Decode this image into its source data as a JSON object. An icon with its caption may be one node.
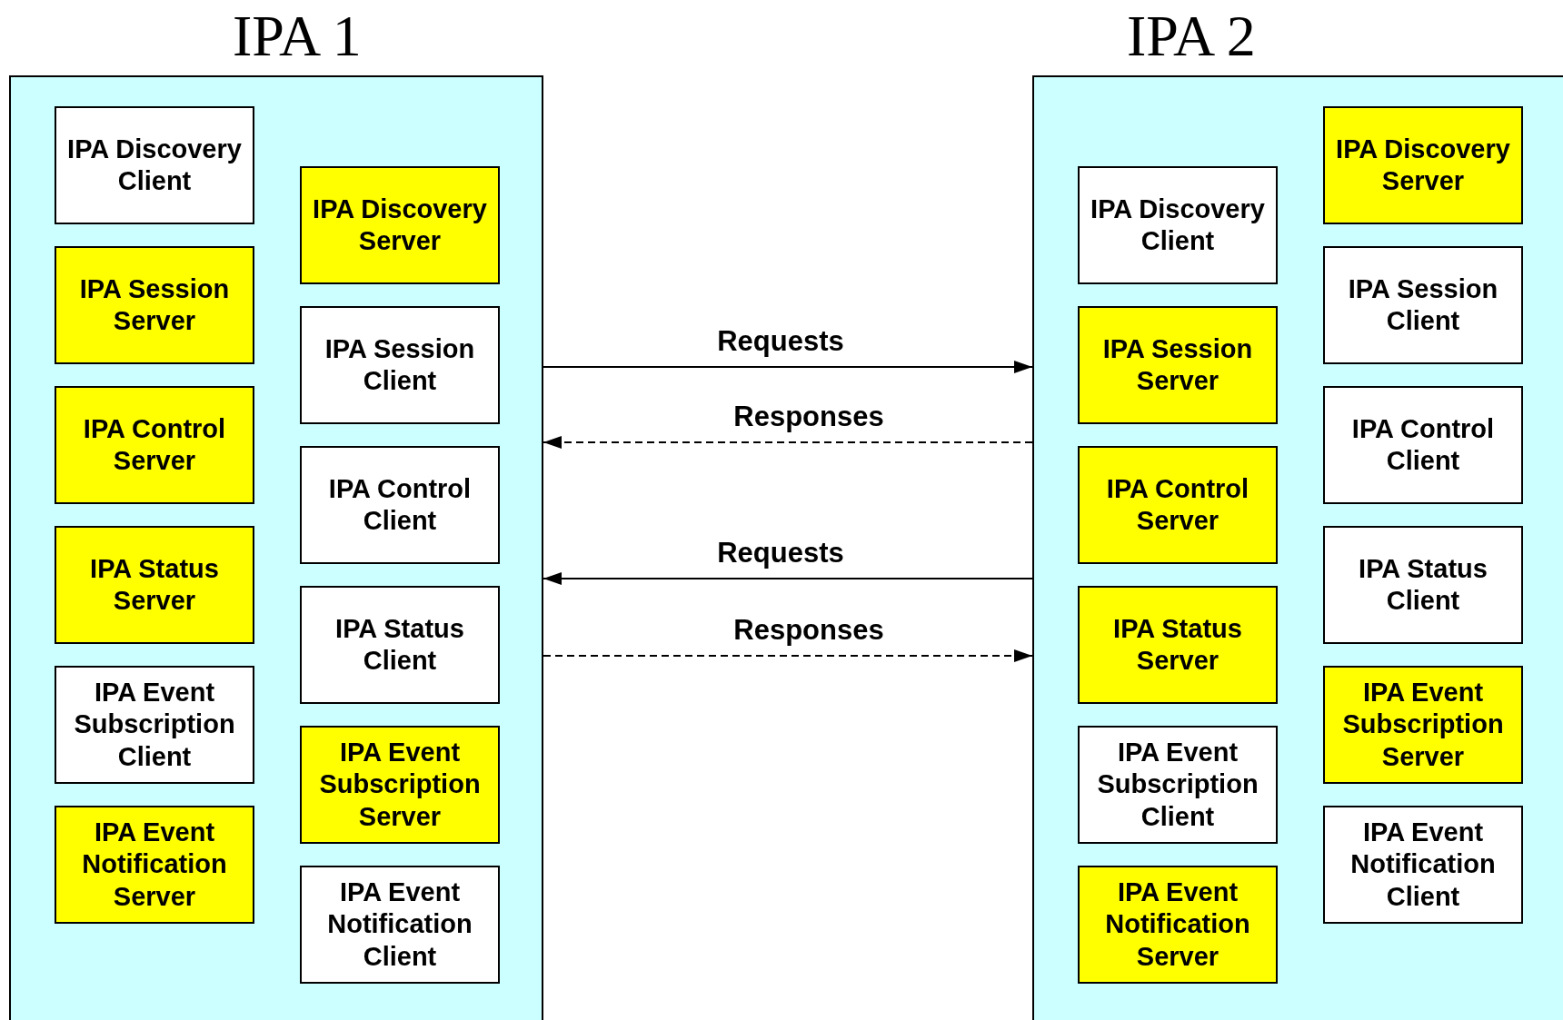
{
  "diagram": {
    "nodes": [
      {
        "text": [
          "IPA 1"
        ]
      },
      {
        "text": [
          "IPA Discovery Client"
        ],
        "in": 0
      },
      {
        "text": [
          "IPA Session Server"
        ],
        "in": 0
      },
      {
        "text": [
          "IPA Control Server"
        ],
        "in": 0
      },
      {
        "text": [
          "IPA Status Server"
        ],
        "in": 0
      },
      {
        "text": [
          "IPA Event Subscription Client"
        ],
        "in": 0
      },
      {
        "text": [
          "IPA Event Notification Server"
        ],
        "in": 0
      },
      {
        "text": [
          "IPA Discovery Server"
        ],
        "in": 0
      },
      {
        "text": [
          "IPA Session Client"
        ],
        "in": 0
      },
      {
        "text": [
          "IPA Control Client"
        ],
        "in": 0
      },
      {
        "text": [
          "IPA Status Client"
        ],
        "in": 0
      },
      {
        "text": [
          "IPA Event Subscription Server"
        ],
        "in": 0
      },
      {
        "text": [
          "IPA Event Notification Client"
        ],
        "in": 0
      },
      {
        "text": [
          "IPA 2"
        ]
      },
      {
        "text": [
          "IPA Discovery Client"
        ],
        "in": 13
      },
      {
        "text": [
          "IPA Session Server"
        ],
        "in": 13
      },
      {
        "text": [
          "IPA Control Server"
        ],
        "in": 13
      },
      {
        "text": [
          "IPA Status Server"
        ],
        "in": 13
      },
      {
        "text": [
          "IPA Event Subscription Client"
        ],
        "in": 13
      },
      {
        "text": [
          "IPA Event Notification Server"
        ],
        "in": 13
      },
      {
        "text": [
          "IPA Discovery Server"
        ],
        "in": 13
      },
      {
        "text": [
          "IPA Session Client"
        ],
        "in": 13
      },
      {
        "text": [
          "IPA Control Client"
        ],
        "in": 13
      },
      {
        "text": [
          "IPA Status Client"
        ],
        "in": 13
      },
      {
        "text": [
          "IPA Event Subscription Server"
        ],
        "in": 13
      },
      {
        "text": [
          "IPA Event Notification Client"
        ],
        "in": 13
      }
    ],
    "edges": [
      {
        "from": 0,
        "to": 13,
        "label": "Requests",
        "arrow": "to"
      },
      {
        "from": 13,
        "to": 0,
        "label": "Responses",
        "arrow": "to",
        "style": "dashed"
      },
      {
        "from": 13,
        "to": 0,
        "label": "Requests",
        "arrow": "to"
      },
      {
        "from": 0,
        "to": 13,
        "label": "Responses",
        "arrow": "to",
        "style": "dashed"
      }
    ]
  }
}
